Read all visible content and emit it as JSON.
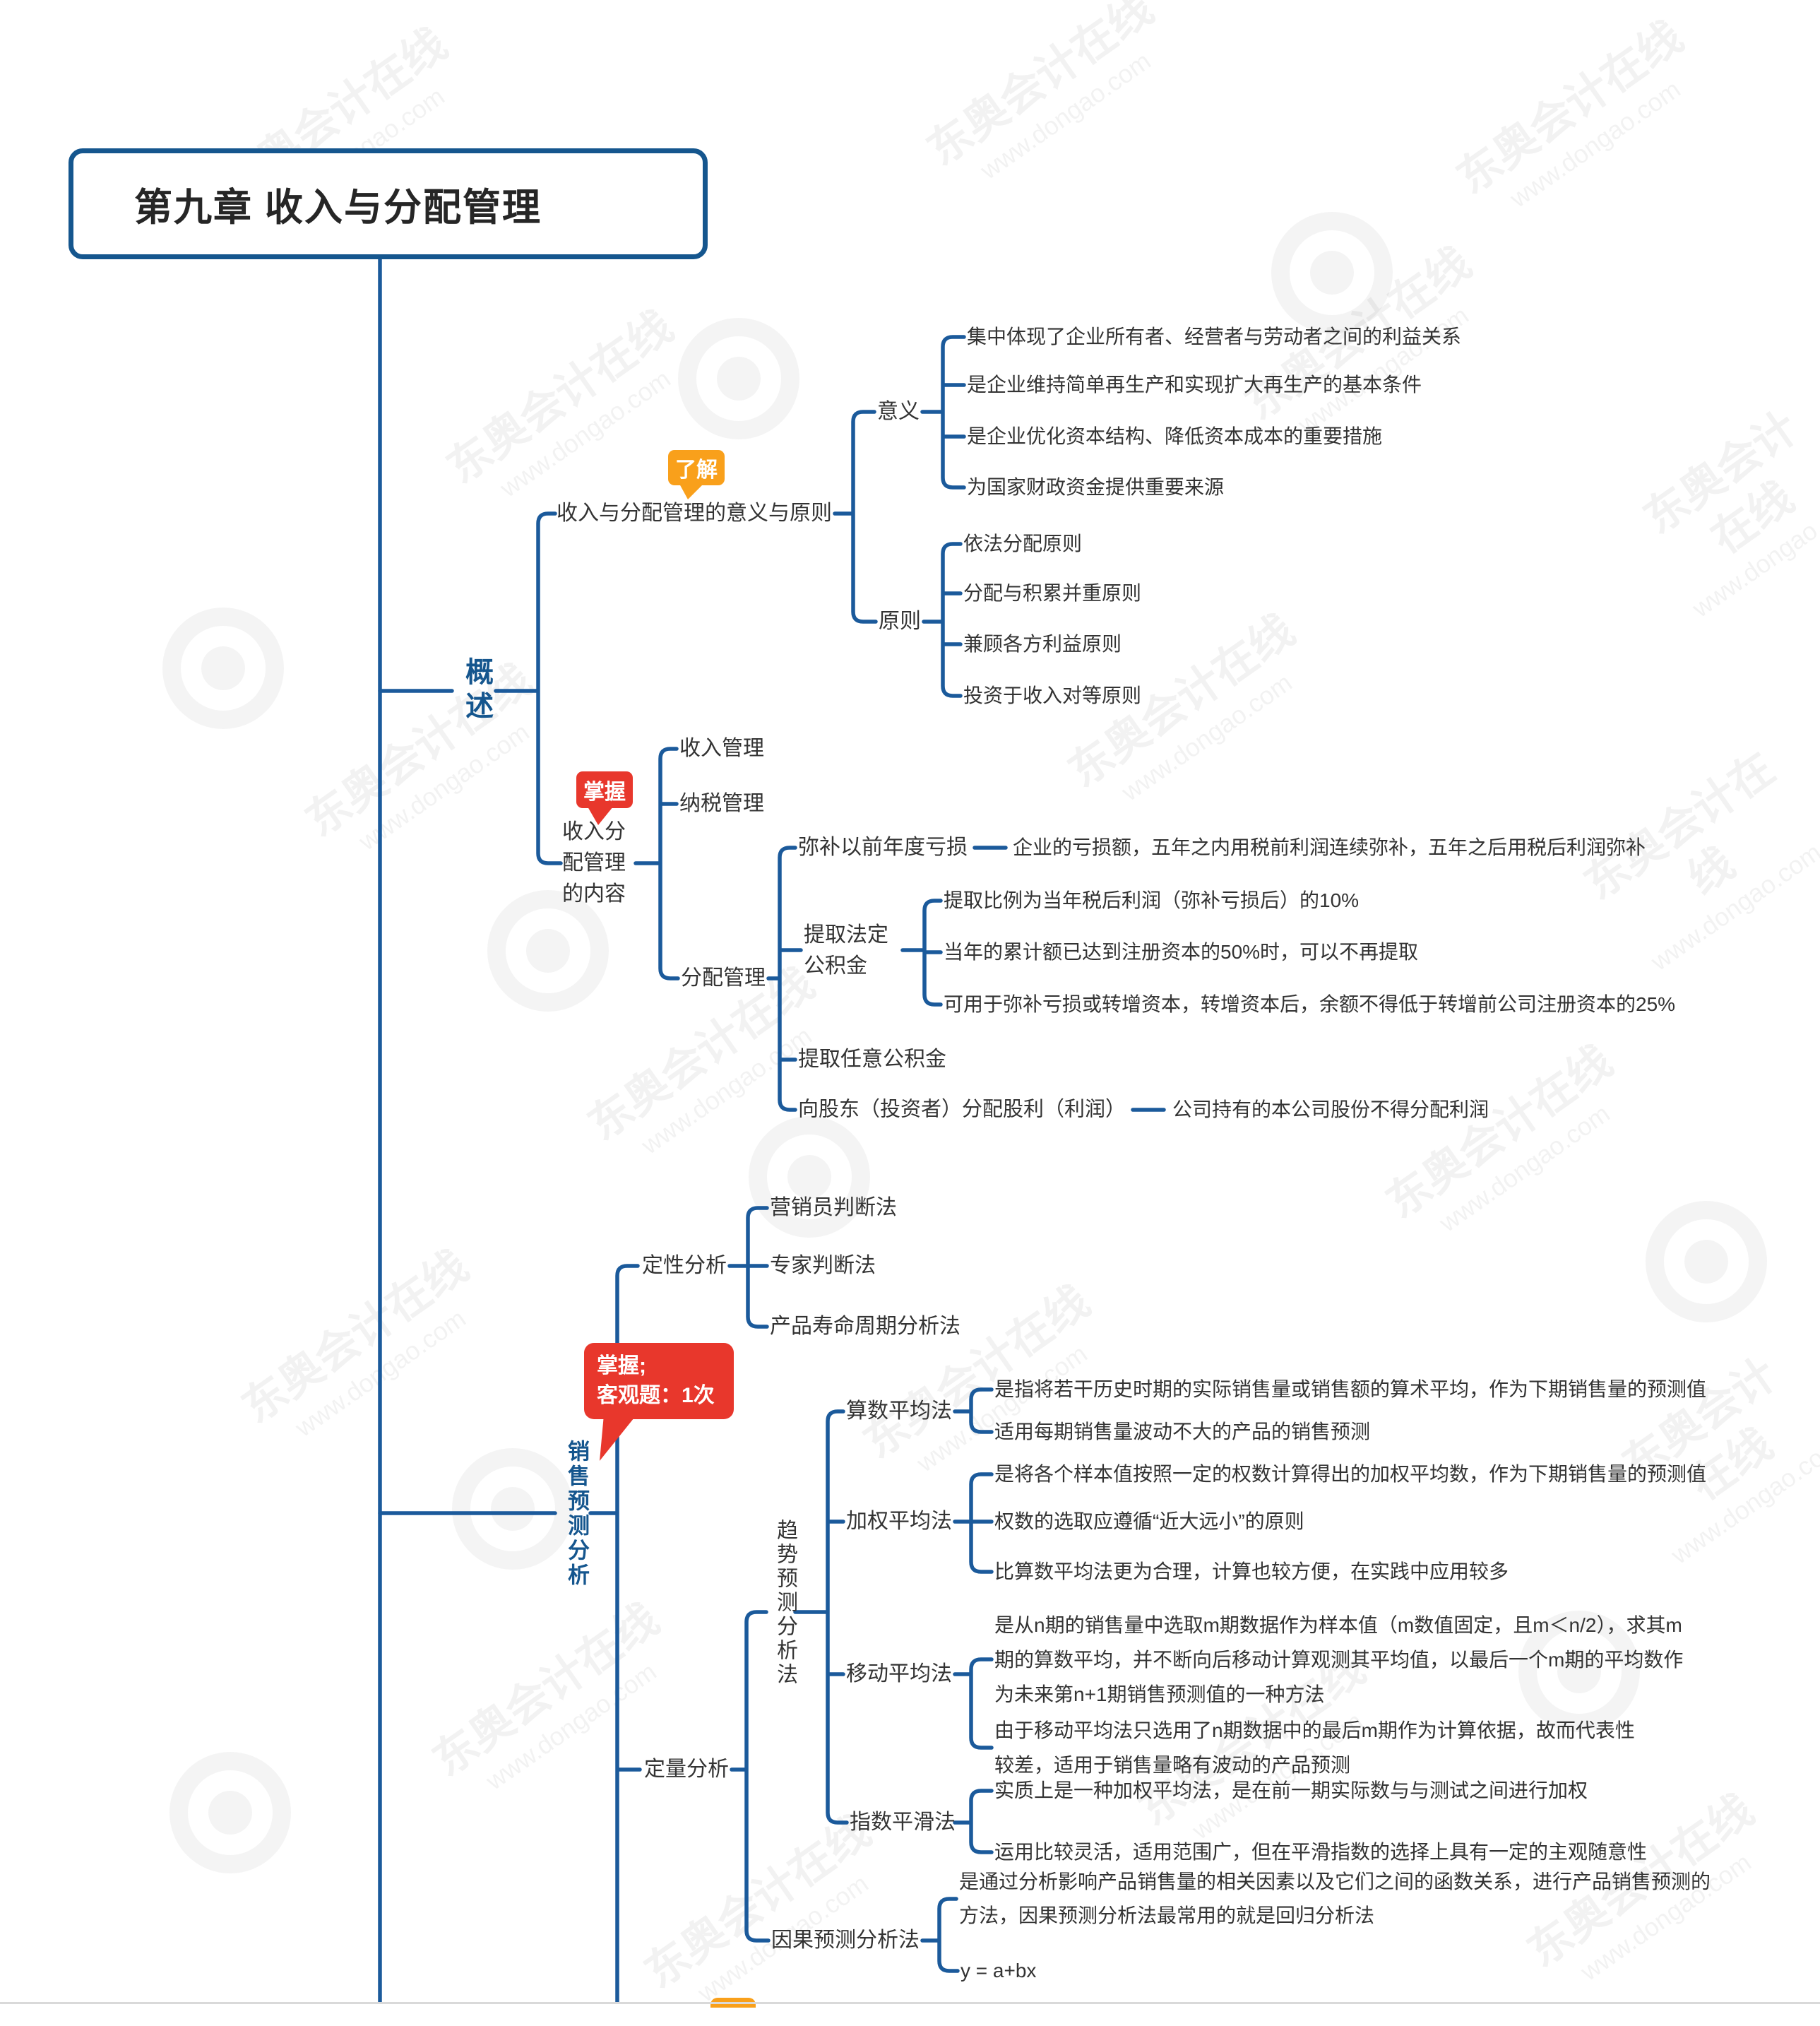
{
  "title": "第九章 收入与分配管理",
  "watermark": {
    "brand": "东奥会计在线",
    "url": "www.dongao.com"
  },
  "colors": {
    "line": "#1b5a9b",
    "orange": "#f9a01b",
    "red": "#e8372c",
    "text": "#333333"
  },
  "overview": {
    "label": "概述",
    "meaning_principle": {
      "label": "收入与分配管理的意义与原则",
      "badge": "了解",
      "meaning": {
        "label": "意义",
        "items": [
          "集中体现了企业所有者、经营者与劳动者之间的利益关系",
          "是企业维持简单再生产和实现扩大再生产的基本条件",
          "是企业优化资本结构、降低资本成本的重要措施",
          "为国家财政资金提供重要来源"
        ]
      },
      "principle": {
        "label": "原则",
        "items": [
          "依法分配原则",
          "分配与积累并重原则",
          "兼顾各方利益原则",
          "投资于收入对等原则"
        ]
      }
    },
    "content": {
      "label": "收入分配管理的内容",
      "badge": "掌握",
      "income": "收入管理",
      "tax": "纳税管理",
      "distribution": {
        "label": "分配管理",
        "makeup_loss": {
          "label": "弥补以前年度亏损",
          "desc": "企业的亏损额，五年之内用税前利润连续弥补，五年之后用税后利润弥补"
        },
        "statutory": {
          "label": "提取法定公积金",
          "items": [
            "提取比例为当年税后利润（弥补亏损后）的10%",
            "当年的累计额已达到注册资本的50%时，可以不再提取",
            "可用于弥补亏损或转增资本，转增资本后，余额不得低于转增前公司注册资本的25%"
          ]
        },
        "discretionary": "提取任意公积金",
        "dividend": {
          "label": "向股东（投资者）分配股利（利润）",
          "desc": "公司持有的本公司股份不得分配利润"
        }
      }
    }
  },
  "sales": {
    "label": "销售预测分析",
    "badge_line1": "掌握;",
    "badge_line2": "客观题：1次",
    "qualitative": {
      "label": "定性分析",
      "items": [
        "营销员判断法",
        "专家判断法",
        "产品寿命周期分析法"
      ]
    },
    "quantitative": {
      "label": "定量分析",
      "trend": {
        "label": "趋势预测分析法",
        "arithmetic": {
          "label": "算数平均法",
          "items": [
            "是指将若干历史时期的实际销售量或销售额的算术平均，作为下期销售量的预测值",
            "适用每期销售量波动不大的产品的销售预测"
          ]
        },
        "weighted": {
          "label": "加权平均法",
          "items": [
            "是将各个样本值按照一定的权数计算得出的加权平均数，作为下期销售量的预测值",
            "权数的选取应遵循“近大远小”的原则",
            "比算数平均法更为合理，计算也较方便，在实践中应用较多"
          ]
        },
        "moving": {
          "label": "移动平均法",
          "items": [
            "是从n期的销售量中选取m期数据作为样本值（m数值固定，且m＜n/2），求其m期的算数平均，并不断向后移动计算观测其平均值，以最后一个m期的平均数作为未来第n+1期销售预测值的一种方法",
            "由于移动平均法只选用了n期数据中的最后m期作为计算依据，故而代表性较差，适用于销售量略有波动的产品预测"
          ]
        },
        "smoothing": {
          "label": "指数平滑法",
          "items": [
            "实质上是一种加权平均法，是在前一期实际数与与测试之间进行加权",
            "运用比较灵活，适用范围广，但在平滑指数的选择上具有一定的主观随意性"
          ]
        }
      },
      "causal": {
        "label": "因果预测分析法",
        "desc": "是通过分析影响产品销售量的相关因素以及它们之间的函数关系，进行产品销售预测的方法，因果预测分析法最常用的就是回归分析法",
        "formula": "y = a+bx"
      }
    }
  }
}
